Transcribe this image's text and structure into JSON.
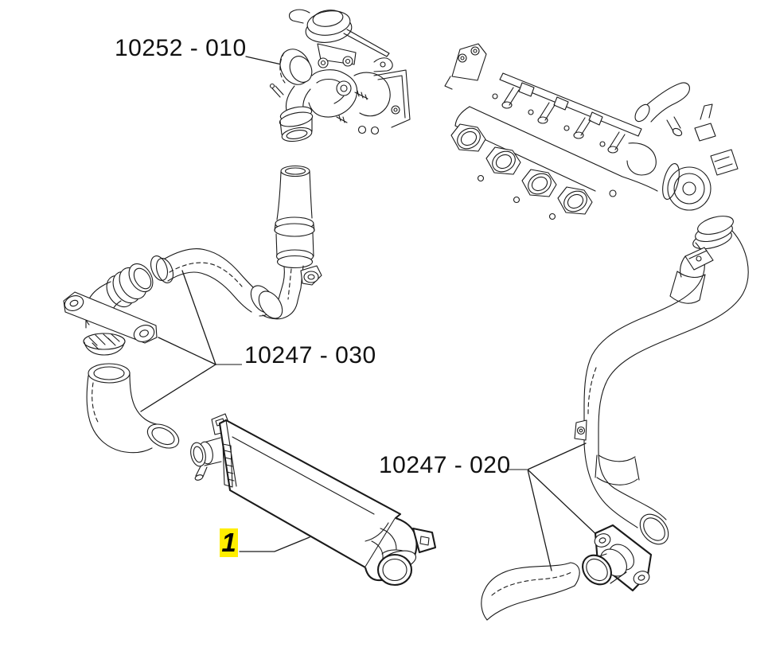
{
  "diagram": {
    "type": "parts-exploded-diagram",
    "background": "#ffffff",
    "line_color": "#1a1a1a",
    "callouts": {
      "turbocharger": {
        "label": "10252 - 010"
      },
      "upper_hoses": {
        "label": "10247 - 030"
      },
      "lower_hoses": {
        "label": "10247 - 020"
      },
      "intercooler": {
        "label": "1",
        "highlight_color": "#ffee00"
      }
    }
  }
}
